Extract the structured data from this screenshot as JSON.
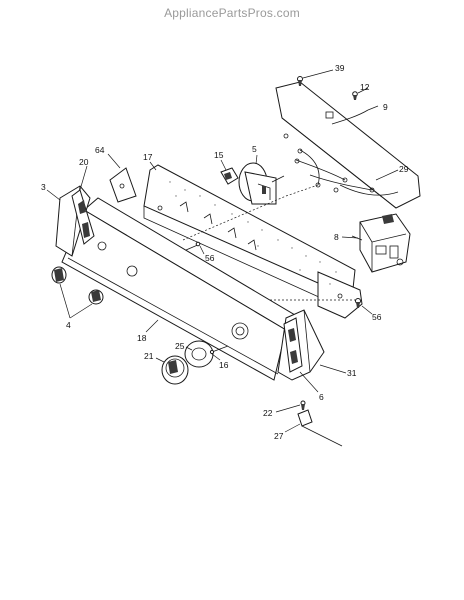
{
  "watermark": "AppliancePartsPros.com",
  "callouts": {
    "c39": "39",
    "c12": "12",
    "c9": "9",
    "c64": "64",
    "c20": "20",
    "c17": "17",
    "c15": "15",
    "c5": "5",
    "c29": "29",
    "c3": "3",
    "c8": "8",
    "c56a": "56",
    "c56b": "56",
    "c4": "4",
    "c18": "18",
    "c25": "25",
    "c21": "21",
    "c16": "16",
    "c31": "31",
    "c6": "6",
    "c22": "22",
    "c27": "27"
  }
}
